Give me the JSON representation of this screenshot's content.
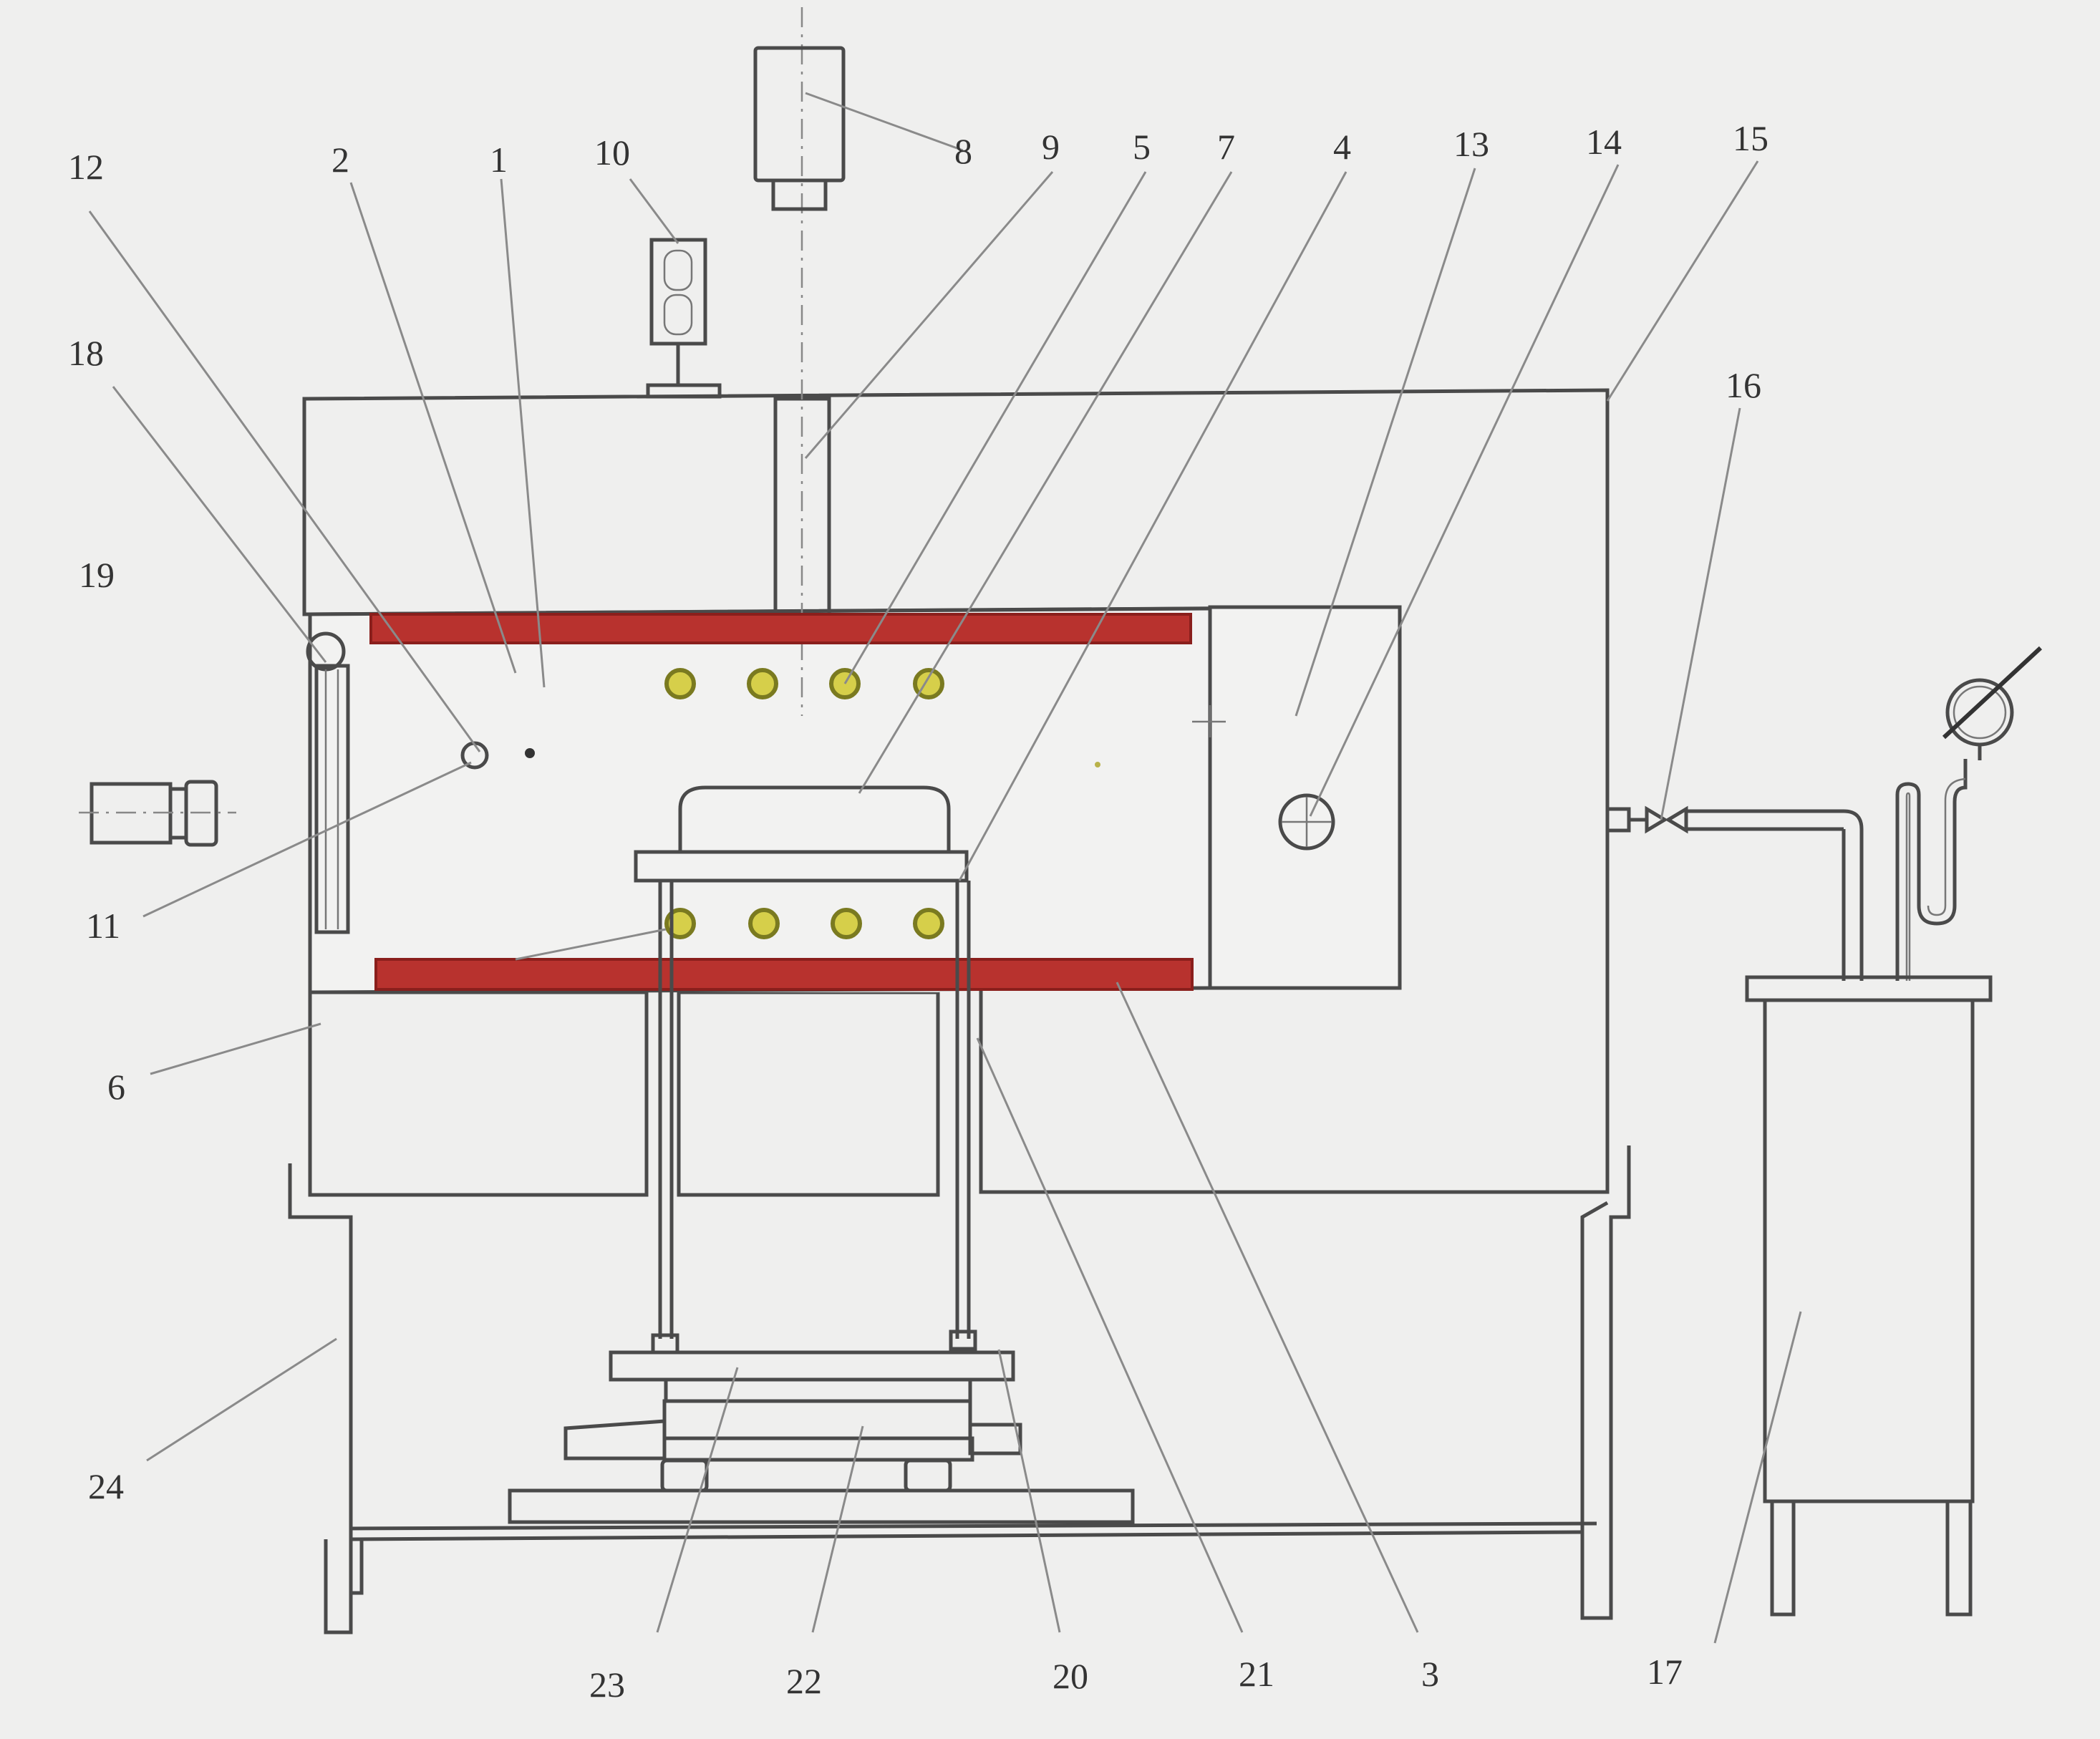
{
  "labels": {
    "l1": "1",
    "l2": "2",
    "l3": "3",
    "l4": "4",
    "l5": "5",
    "l6": "6",
    "l7": "7",
    "l8": "8",
    "l9": "9",
    "l10": "10",
    "l11": "11",
    "l12": "12",
    "l13": "13",
    "l14": "14",
    "l15": "15",
    "l16": "16",
    "l17": "17",
    "l18": "18",
    "l19": "19",
    "l20": "20",
    "l21": "21",
    "l22": "22",
    "l23": "23",
    "l24": "24"
  },
  "colors": {
    "insulation_fill": "#dcdcdc",
    "insulation_hatch": "#8e8e8e",
    "heater": "#b8322e",
    "heater_edge": "#8a1f1c",
    "element_ring": "#7a7a20",
    "element_core": "#d6cf4a",
    "background": "#efefee"
  }
}
